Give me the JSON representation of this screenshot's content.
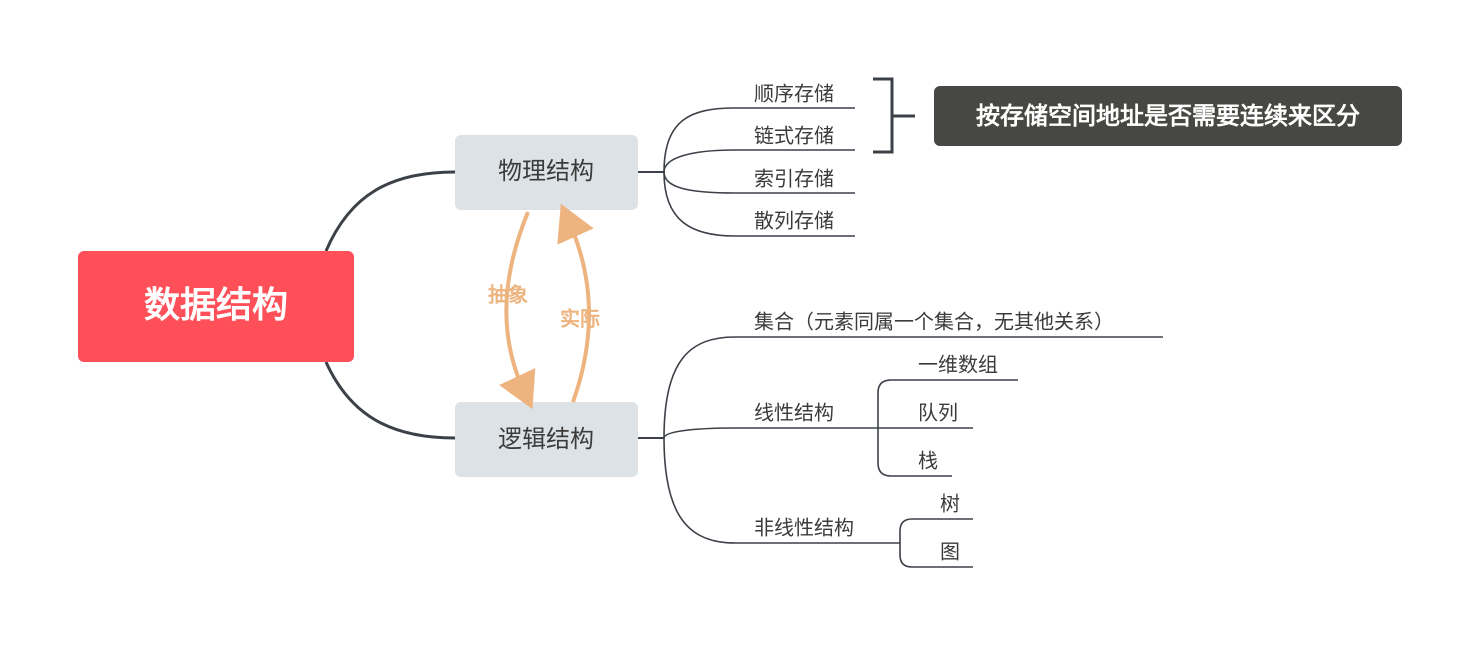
{
  "root": {
    "label": "数据结构",
    "fill": "#FF5059",
    "text_color": "#FFFFFF"
  },
  "branches": {
    "physical": {
      "label": "物理结构",
      "items": [
        "顺序存储",
        "链式存储",
        "索引存储",
        "散列存储"
      ]
    },
    "logical": {
      "label": "逻辑结构",
      "set_label": "集合（元素同属一个集合，无其他关系）",
      "linear": {
        "label": "线性结构",
        "items": [
          "一维数组",
          "队列",
          "栈"
        ]
      },
      "nonlinear": {
        "label": "非线性结构",
        "items": [
          "树",
          "图"
        ]
      }
    }
  },
  "note": {
    "label": "按存储空间地址是否需要连续来区分",
    "fill": "#474843",
    "text_color": "#FFFFFF"
  },
  "arrows": {
    "abstract_label": "抽象",
    "concrete_label": "实际",
    "color": "#EDB47F"
  },
  "colors": {
    "line": "#3C4148",
    "branch_fill": "#DCE2E5",
    "text": "#3B3B3B"
  }
}
